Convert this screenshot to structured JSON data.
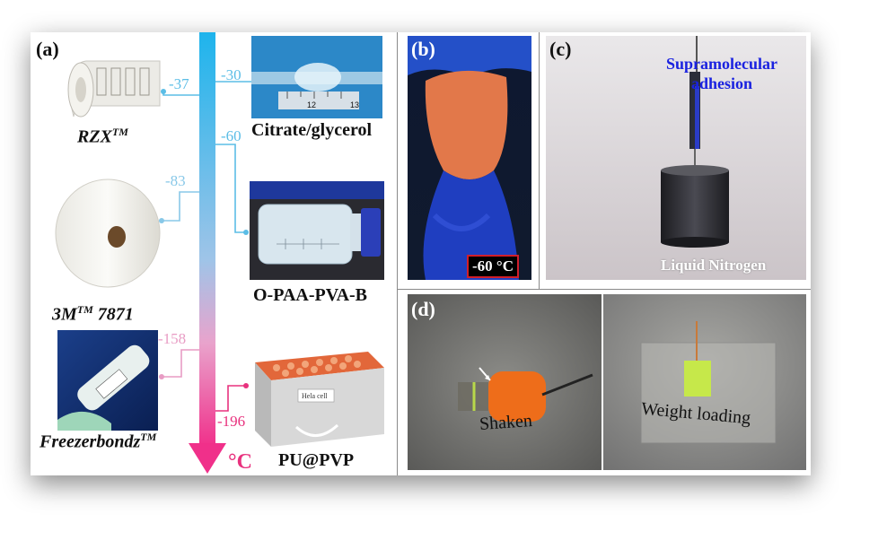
{
  "panel_a": {
    "label": "(a)",
    "unit": "°C",
    "markers": [
      {
        "value": "-37",
        "color": "#5bbde6"
      },
      {
        "value": "-30",
        "color": "#5bbde6"
      },
      {
        "value": "-60",
        "color": "#5bbde6"
      },
      {
        "value": "-83",
        "color": "#88c8e8"
      },
      {
        "value": "-158",
        "color": "#e89cc4"
      },
      {
        "value": "-196",
        "color": "#e8327e"
      }
    ],
    "products": {
      "rzx_name": "RZX",
      "rzx_sup": "TM",
      "mmm_name": "3M",
      "mmm_sup": "TM",
      "mmm_code": " 7871",
      "freezer_name": "Freezerbondz",
      "freezer_sup": "TM",
      "citrate": "Citrate/glycerol",
      "opaa": "O-PAA-PVA-B",
      "pu": "PU@PVP",
      "box_label": "Hela cell",
      "ruler_12": "12",
      "ruler_13": "13"
    },
    "gradient_top": "#1eb4ec",
    "gradient_bottom": "#f0308a"
  },
  "panel_b": {
    "label": "(b)",
    "temp_label": "-60 °C"
  },
  "panel_c": {
    "label": "(c)",
    "title_line1": "Supramolecular",
    "title_line2": "adhesion",
    "bottom_label": "Liquid Nitrogen"
  },
  "panel_d": {
    "label": "(d)",
    "left_caption": "Shaken",
    "right_caption": "Weight loading"
  }
}
